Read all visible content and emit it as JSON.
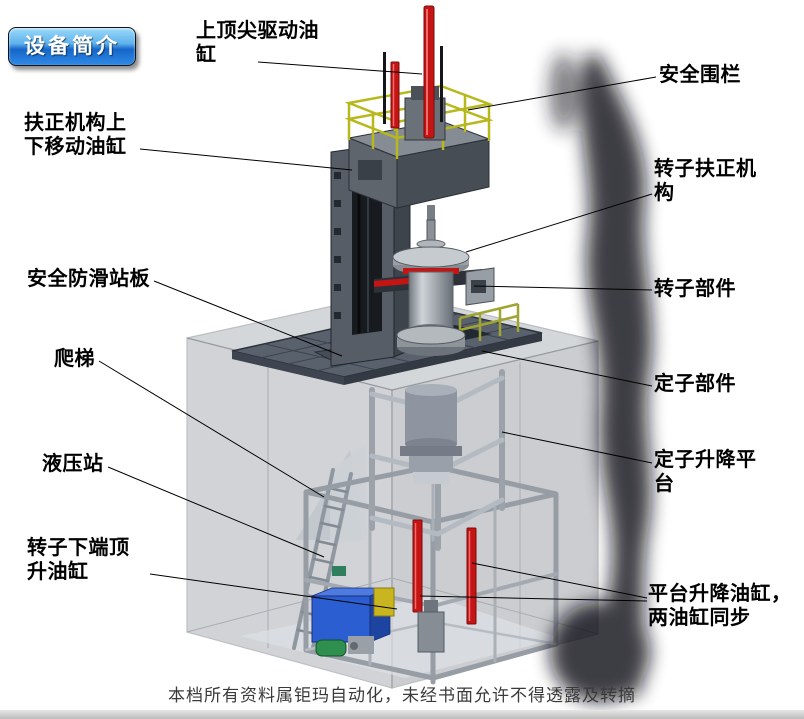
{
  "badge": {
    "label": "设备简介"
  },
  "footer": {
    "text": "本档所有资料属钜玛自动化，未经书面允许不得透露及转摘"
  },
  "labels": [
    {
      "id": "top-center-drive-cylinder",
      "text": "上顶尖驱动油\n缸"
    },
    {
      "id": "safety-fence",
      "text": "安全围栏"
    },
    {
      "id": "centering-updown-cylinder",
      "text": "扶正机构上\n下移动油缸"
    },
    {
      "id": "rotor-centering-mechanism",
      "text": "转子扶正机\n构"
    },
    {
      "id": "anti-slip-standing-board",
      "text": "安全防滑站板"
    },
    {
      "id": "rotor-component",
      "text": "转子部件"
    },
    {
      "id": "ladder",
      "text": "爬梯"
    },
    {
      "id": "stator-component",
      "text": "定子部件"
    },
    {
      "id": "hydraulic-station",
      "text": "液压站"
    },
    {
      "id": "stator-lifting-platform",
      "text": "定子升降平\n台"
    },
    {
      "id": "rotor-bottom-jacking-cylinder",
      "text": "转子下端顶\n升油缸"
    },
    {
      "id": "platform-lifting-cylinders",
      "text": "平台升降油缸，\n两油缸同步"
    }
  ],
  "colors": {
    "badge_blue": "#1566c9",
    "cylinder_red": "#c41414",
    "railing_yellow": "#b6b81c",
    "hydraulic_blue": "#2b5ed0",
    "frame_gray": "#575d66",
    "platform_gray": "#59616d"
  },
  "illustration_parts": [
    "enclosure-box",
    "platform-deck",
    "press-column",
    "press-head",
    "safety-railing",
    "drive-cylinder-rods",
    "rotor-assembly",
    "stator-stack",
    "stator-lift-frame",
    "support-cage",
    "platform-lift-cylinders",
    "hydraulic-station",
    "ladder",
    "smoke-artifact"
  ]
}
